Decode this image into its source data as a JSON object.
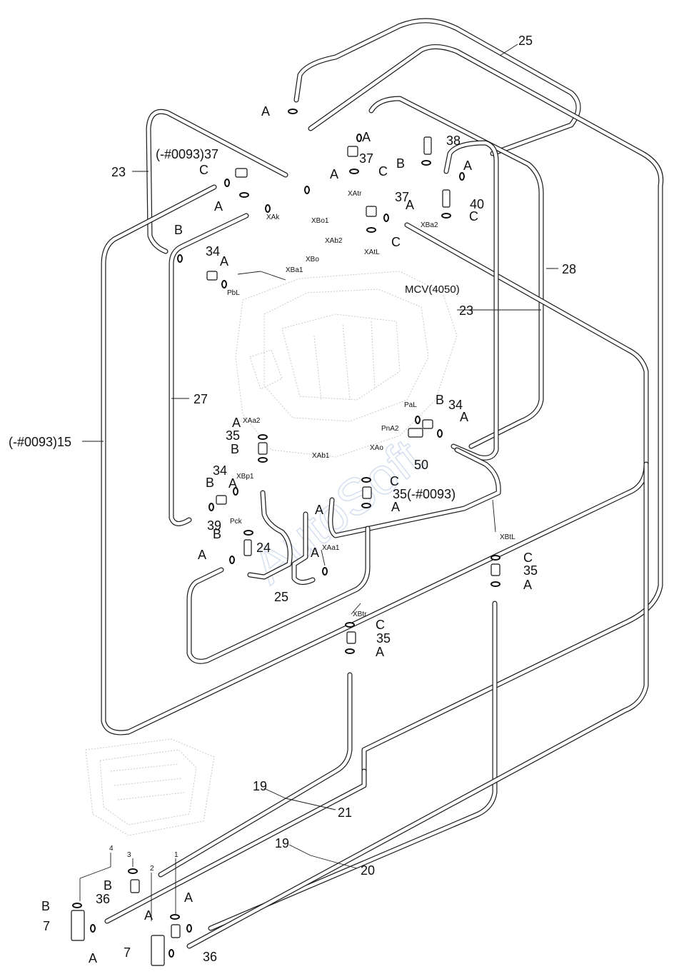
{
  "diagram": {
    "valve_label": "MCV(4050)",
    "watermark": "AutoSoft",
    "part_labels": [
      {
        "id": "p25_top",
        "text": "25"
      },
      {
        "id": "p23_left",
        "text": "23"
      },
      {
        "id": "p37_a",
        "text": "(-#0093)37"
      },
      {
        "id": "p37_b",
        "text": "37"
      },
      {
        "id": "p37_c",
        "text": "37"
      },
      {
        "id": "p38",
        "text": "38"
      },
      {
        "id": "p40",
        "text": "40"
      },
      {
        "id": "p34_a",
        "text": "34"
      },
      {
        "id": "p34_b",
        "text": "34"
      },
      {
        "id": "p34_c",
        "text": "34"
      },
      {
        "id": "p28",
        "text": "28"
      },
      {
        "id": "p23_right",
        "text": "23"
      },
      {
        "id": "p27",
        "text": "27"
      },
      {
        "id": "p15",
        "text": "(-#0093)15"
      },
      {
        "id": "p35_a",
        "text": "35"
      },
      {
        "id": "p35_b",
        "text": "35(-#0093)"
      },
      {
        "id": "p35_c",
        "text": "35"
      },
      {
        "id": "p35_d",
        "text": "35"
      },
      {
        "id": "p50",
        "text": "50"
      },
      {
        "id": "p39",
        "text": "39"
      },
      {
        "id": "p24",
        "text": "24"
      },
      {
        "id": "p25_bottom",
        "text": "25"
      },
      {
        "id": "p19_a",
        "text": "19"
      },
      {
        "id": "p21",
        "text": "21"
      },
      {
        "id": "p19_b",
        "text": "19"
      },
      {
        "id": "p20",
        "text": "20"
      },
      {
        "id": "p36_a",
        "text": "36"
      },
      {
        "id": "p36_b",
        "text": "36"
      },
      {
        "id": "p7_a",
        "text": "7"
      },
      {
        "id": "p7_b",
        "text": "7"
      }
    ],
    "seal_labels": [
      "A",
      "A",
      "A",
      "A",
      "A",
      "A",
      "A",
      "A",
      "A",
      "A",
      "A",
      "A",
      "A",
      "A",
      "A",
      "A",
      "A",
      "A",
      "A",
      "B",
      "B",
      "B",
      "B",
      "B",
      "B",
      "B",
      "B",
      "C",
      "C",
      "C",
      "C",
      "C",
      "C",
      "C"
    ],
    "port_labels": [
      "XAk",
      "XBo1",
      "XAb2",
      "XBo",
      "XBa1",
      "XAtr",
      "XAtL",
      "XBa2",
      "PbL",
      "PaL",
      "PnA2",
      "XAo",
      "XAa2",
      "XBp1",
      "XAb1",
      "Pck",
      "XAa1",
      "XBtr",
      "XBtL",
      "4",
      "3",
      "2",
      "1"
    ]
  }
}
